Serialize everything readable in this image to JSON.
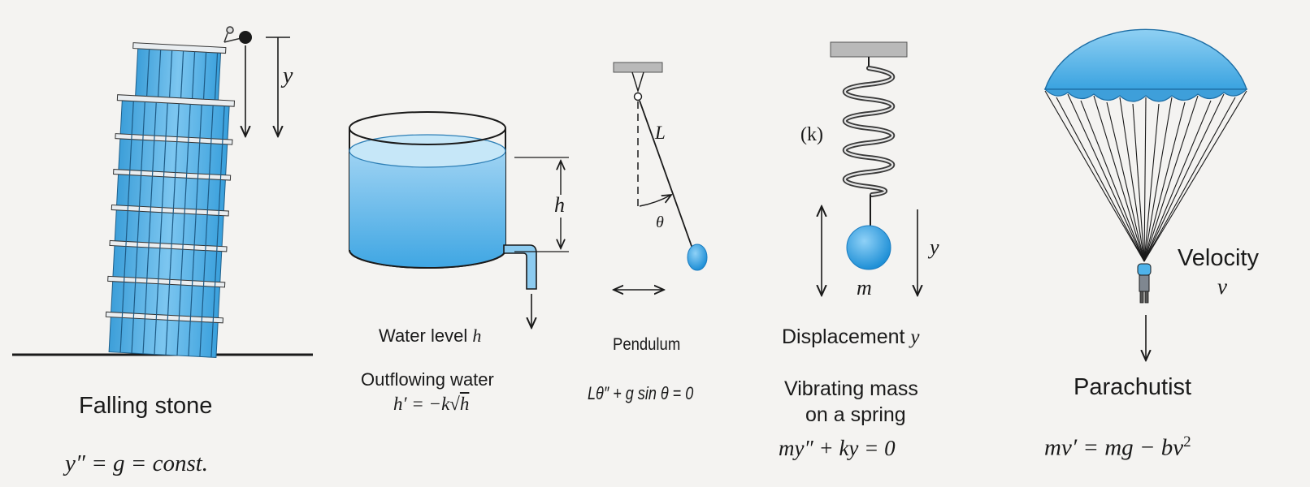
{
  "panels": {
    "falling_stone": {
      "symbol_y": "y",
      "caption": "Falling stone",
      "equation": "y″ = g = const."
    },
    "water_tank": {
      "symbol_h": "h",
      "caption_line1_text": "Water level ",
      "caption_line1_var": "h",
      "caption_line2": "Outflowing water",
      "equation_lhs": "h′ = −k",
      "equation_rad": "√",
      "equation_var": "h"
    },
    "pendulum": {
      "symbol_L": "L",
      "symbol_theta": "θ",
      "caption": "Pendulum",
      "equation": "Lθ″ + g sin θ = 0"
    },
    "spring": {
      "symbol_k": "(k)",
      "symbol_y": "y",
      "symbol_m": "m",
      "caption_text": "Displacement ",
      "caption_var": "y",
      "caption_line2": "Vibrating mass",
      "caption_line3": "on a spring",
      "equation": "my″ + ky = 0"
    },
    "parachutist": {
      "label_velocity": "Velocity",
      "symbol_v": "v",
      "caption": "Parachutist",
      "equation": "mv′ = mg − bv",
      "equation_sup": "2"
    }
  },
  "colors": {
    "water_blue": "#4fb3ea",
    "light_blue": "#bfe2f7",
    "background": "#f4f3f1",
    "ink": "#1a1a1a"
  }
}
